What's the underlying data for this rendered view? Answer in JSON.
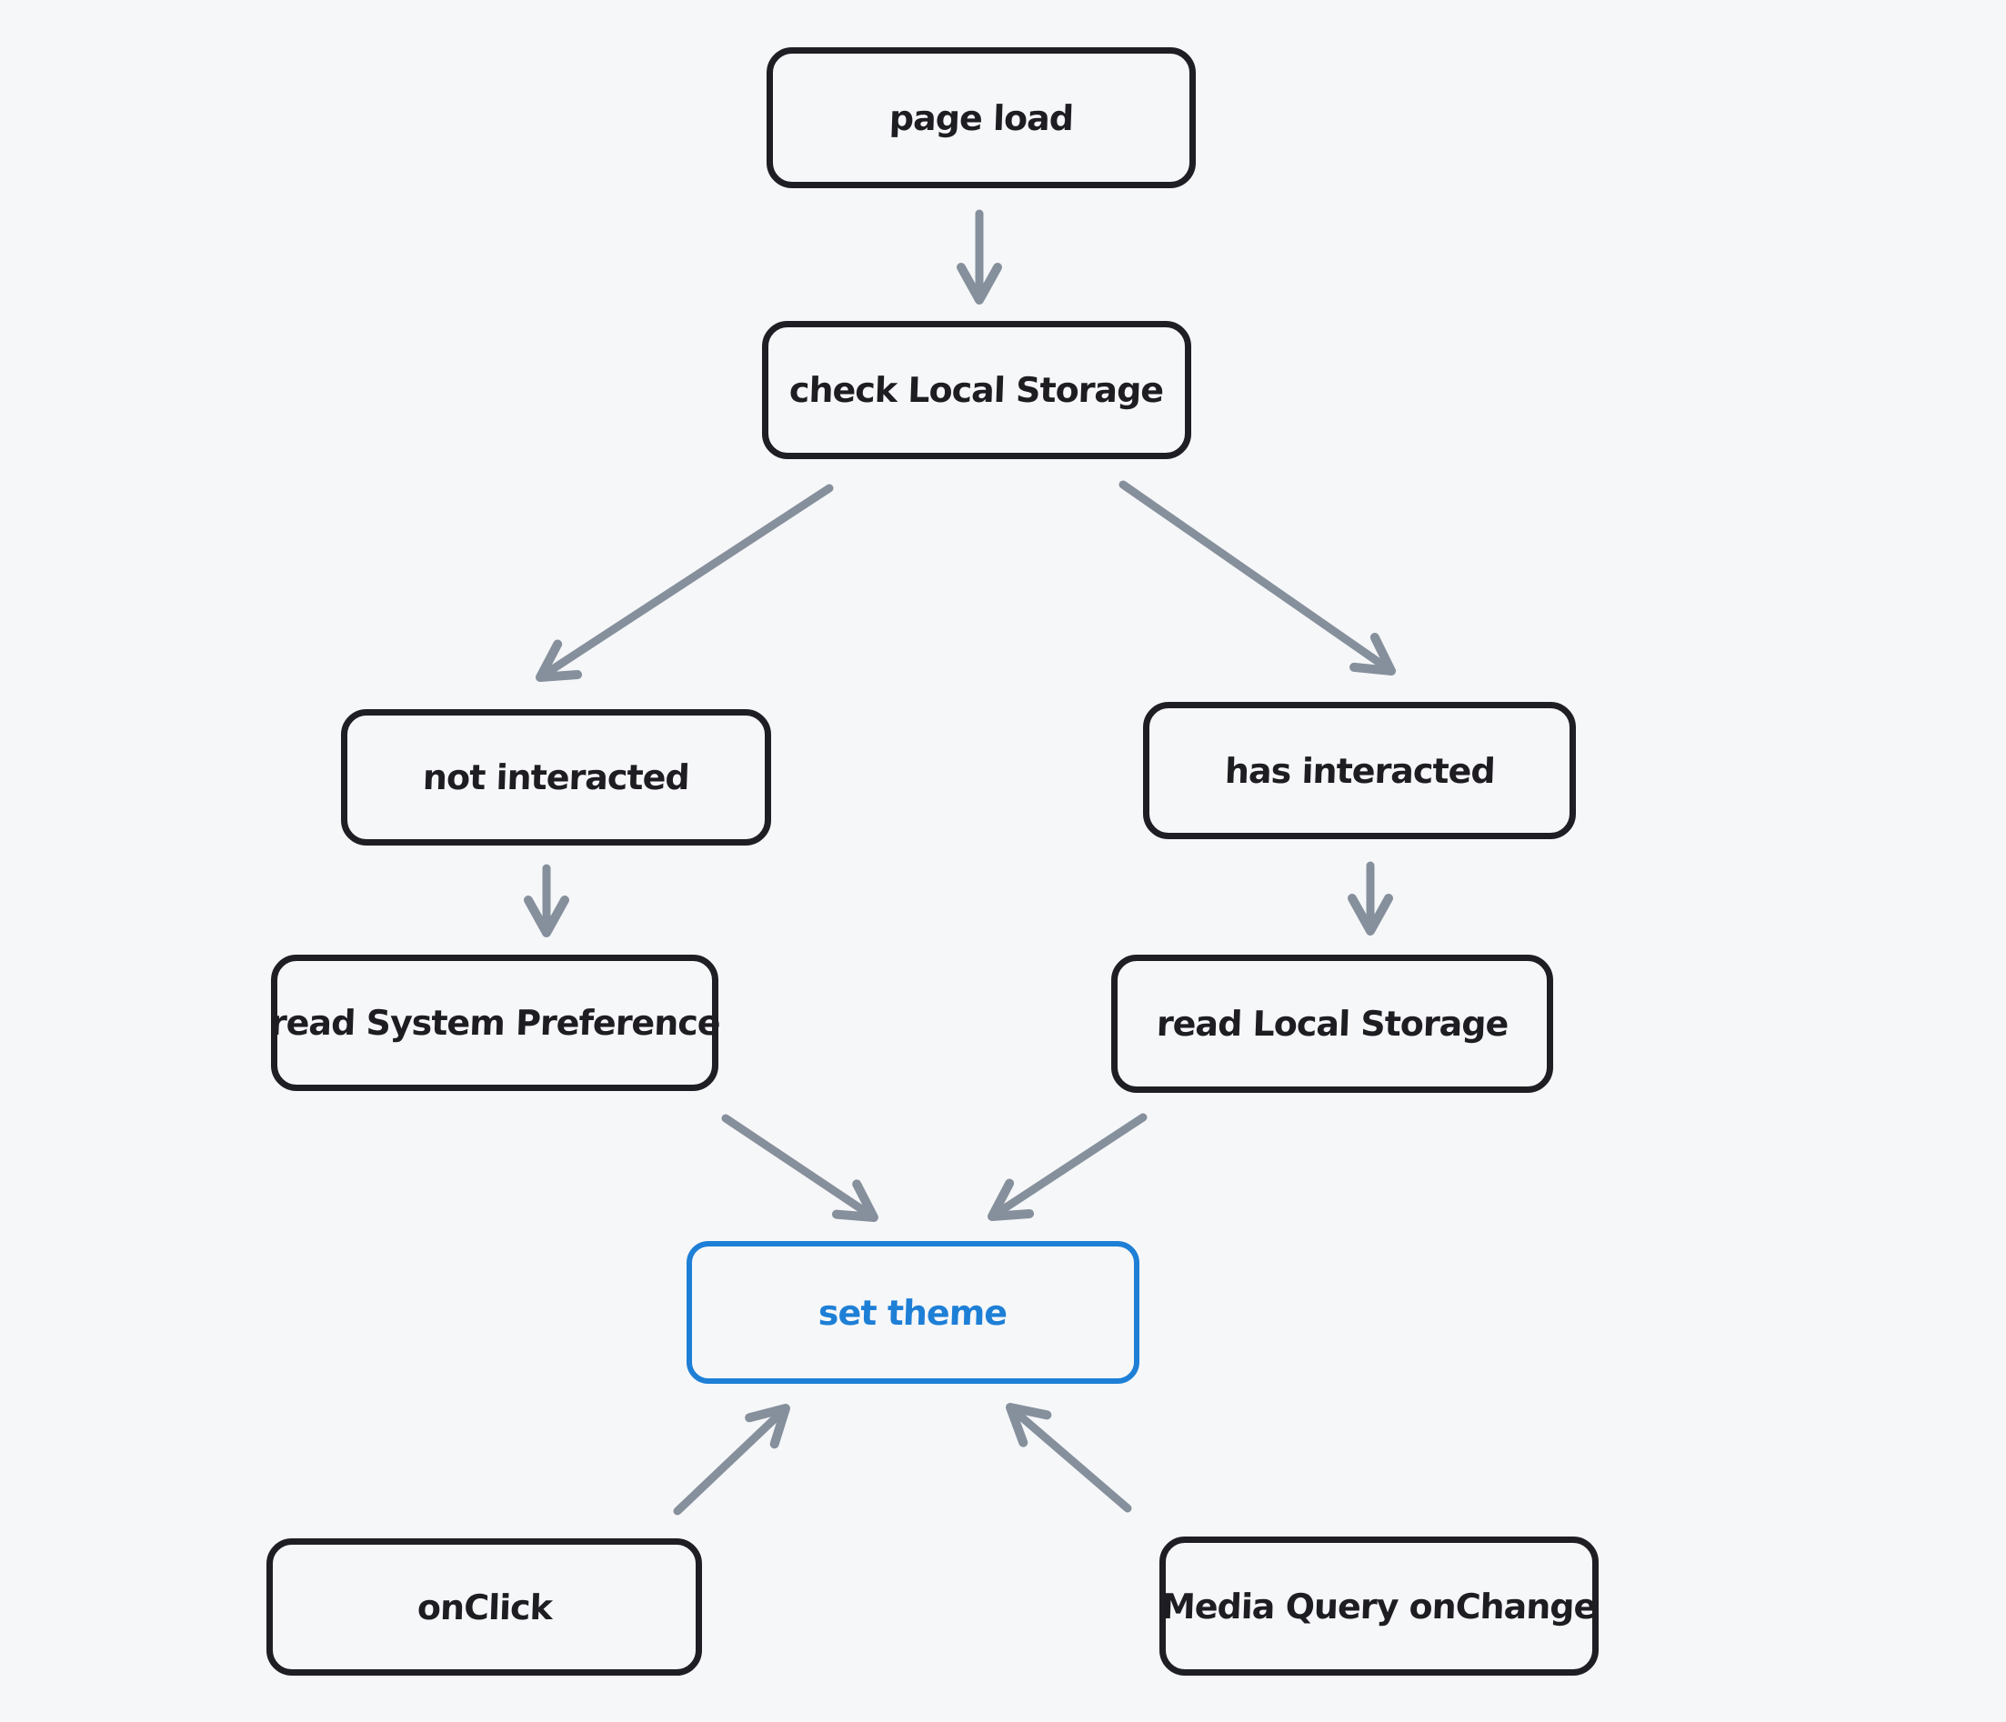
{
  "diagram": {
    "type": "flowchart",
    "style": "hand-drawn",
    "colors": {
      "background": "#f6f7f9",
      "box_stroke": "#1e1e24",
      "box_text": "#1d1d22",
      "accent": "#1e7fd6",
      "arrow": "#86909c"
    },
    "nodes": [
      {
        "id": "page-load",
        "label": "page load",
        "accent": false
      },
      {
        "id": "check-local-storage",
        "label": "check Local Storage",
        "accent": false
      },
      {
        "id": "not-interacted",
        "label": "not interacted",
        "accent": false
      },
      {
        "id": "has-interacted",
        "label": "has interacted",
        "accent": false
      },
      {
        "id": "read-system-preference",
        "label": "read System Preference",
        "accent": false
      },
      {
        "id": "read-local-storage",
        "label": "read Local Storage",
        "accent": false
      },
      {
        "id": "set-theme",
        "label": "set theme",
        "accent": true
      },
      {
        "id": "onclick",
        "label": "onClick",
        "accent": false
      },
      {
        "id": "media-query-onchange",
        "label": "Media Query onChange",
        "accent": false
      }
    ],
    "edges": [
      {
        "from": "page-load",
        "to": "check-local-storage"
      },
      {
        "from": "check-local-storage",
        "to": "not-interacted"
      },
      {
        "from": "check-local-storage",
        "to": "has-interacted"
      },
      {
        "from": "not-interacted",
        "to": "read-system-preference"
      },
      {
        "from": "has-interacted",
        "to": "read-local-storage"
      },
      {
        "from": "read-system-preference",
        "to": "set-theme"
      },
      {
        "from": "read-local-storage",
        "to": "set-theme"
      },
      {
        "from": "onclick",
        "to": "set-theme"
      },
      {
        "from": "media-query-onchange",
        "to": "set-theme"
      }
    ]
  }
}
